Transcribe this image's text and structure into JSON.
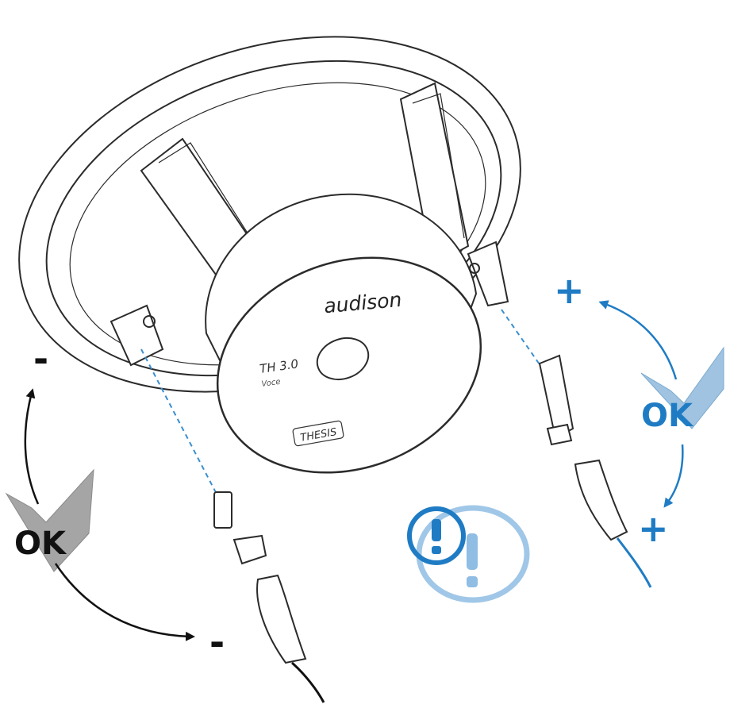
{
  "brand_text": "audison",
  "model_text": "TH 3.0",
  "model_sub": "Voce",
  "series_logo": "THESIS",
  "left_terminal": {
    "sign_top": "-",
    "sign_bottom": "-",
    "ok_label": "OK"
  },
  "right_terminal": {
    "sign_top": "+",
    "sign_bottom": "+",
    "ok_label": "OK"
  },
  "colors": {
    "positive": "#1f7cc4",
    "negative": "#111111",
    "warning": "#1f7cc4"
  },
  "icons": [
    "checkmark-icon",
    "warning-icon",
    "curved-arrow-icon",
    "faston-connector-icon"
  ]
}
